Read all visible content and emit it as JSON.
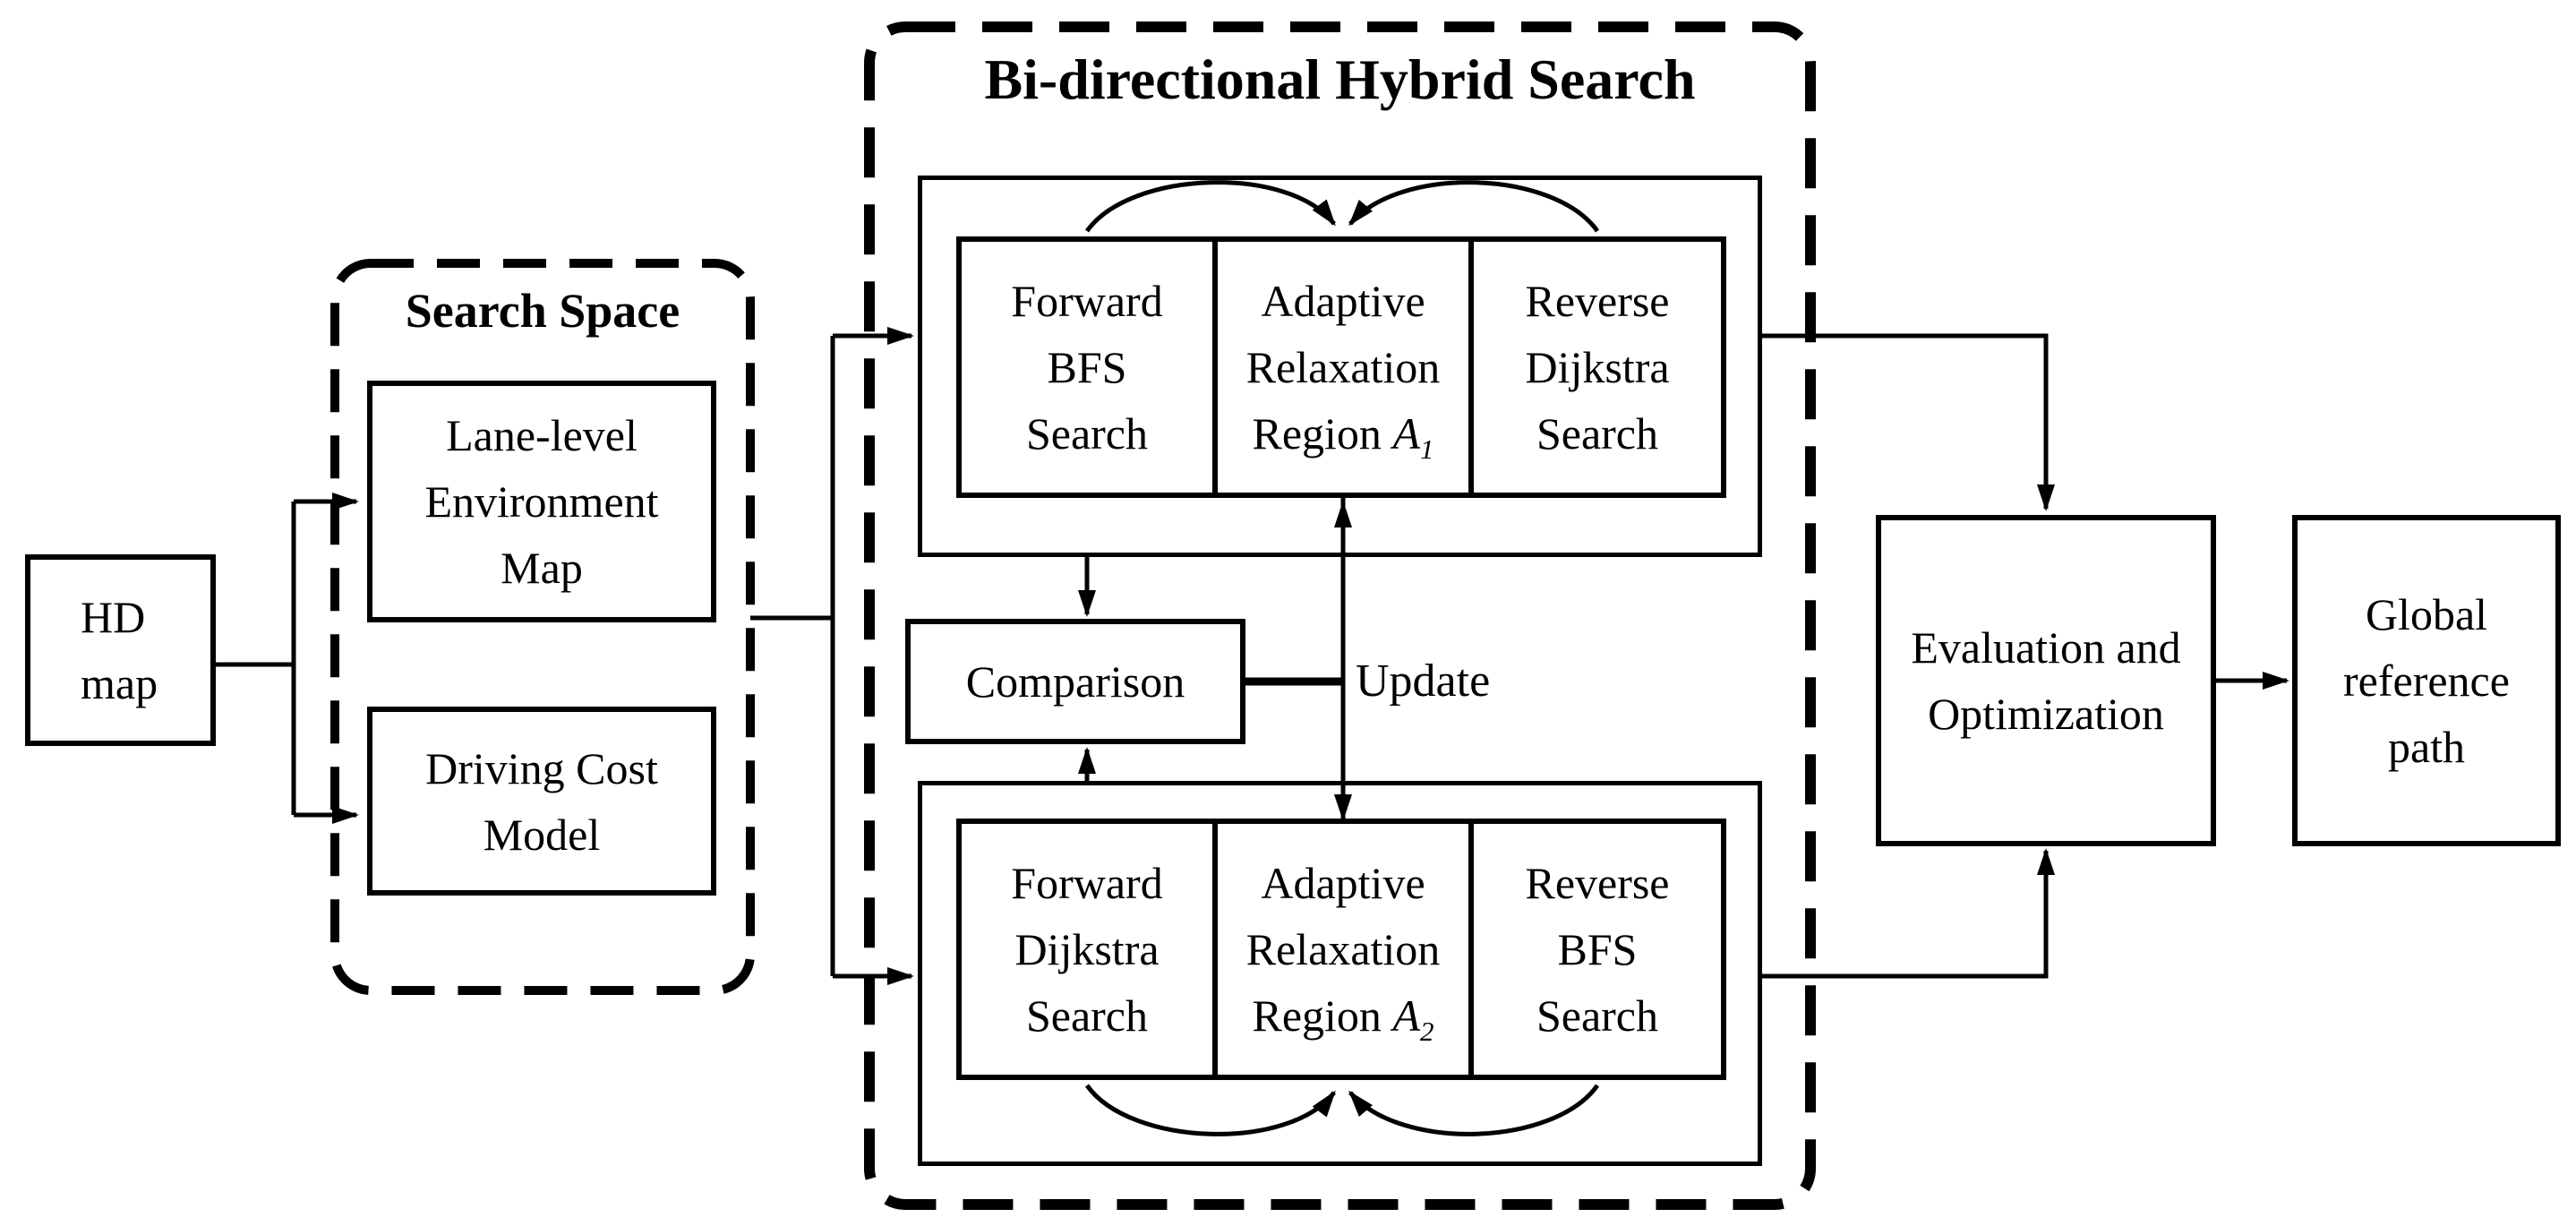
{
  "colors": {
    "ink": "#000000",
    "background": "#ffffff"
  },
  "nodes": {
    "hd_map": {
      "line1": "HD",
      "line2": "map"
    },
    "search_space": {
      "title": "Search Space"
    },
    "lane_level": {
      "line1": "Lane-level",
      "line2": "Environment",
      "line3": "Map"
    },
    "driving_cost": {
      "line1": "Driving Cost",
      "line2": "Model"
    },
    "bidirectional": {
      "title": "Bi-directional Hybrid Search"
    },
    "forward_bfs": {
      "line1": "Forward",
      "line2": "BFS",
      "line3": "Search"
    },
    "adaptive_a1": {
      "line1": "Adaptive",
      "line2": "Relaxation",
      "region_word": "Region",
      "var": "A",
      "sub": "1"
    },
    "reverse_dijkstra": {
      "line1": "Reverse",
      "line2": "Dijkstra",
      "line3": "Search"
    },
    "comparison": {
      "label": "Comparison"
    },
    "forward_dijkstra": {
      "line1": "Forward",
      "line2": "Dijkstra",
      "line3": "Search"
    },
    "adaptive_a2": {
      "line1": "Adaptive",
      "line2": "Relaxation",
      "region_word": "Region",
      "var": "A",
      "sub": "2"
    },
    "reverse_bfs": {
      "line1": "Reverse",
      "line2": "BFS",
      "line3": "Search"
    },
    "evaluation": {
      "line1": "Evaluation and",
      "line2": "Optimization"
    },
    "global_path": {
      "line1": "Global",
      "line2": "reference",
      "line3": "path"
    }
  },
  "labels": {
    "update": "Update"
  }
}
